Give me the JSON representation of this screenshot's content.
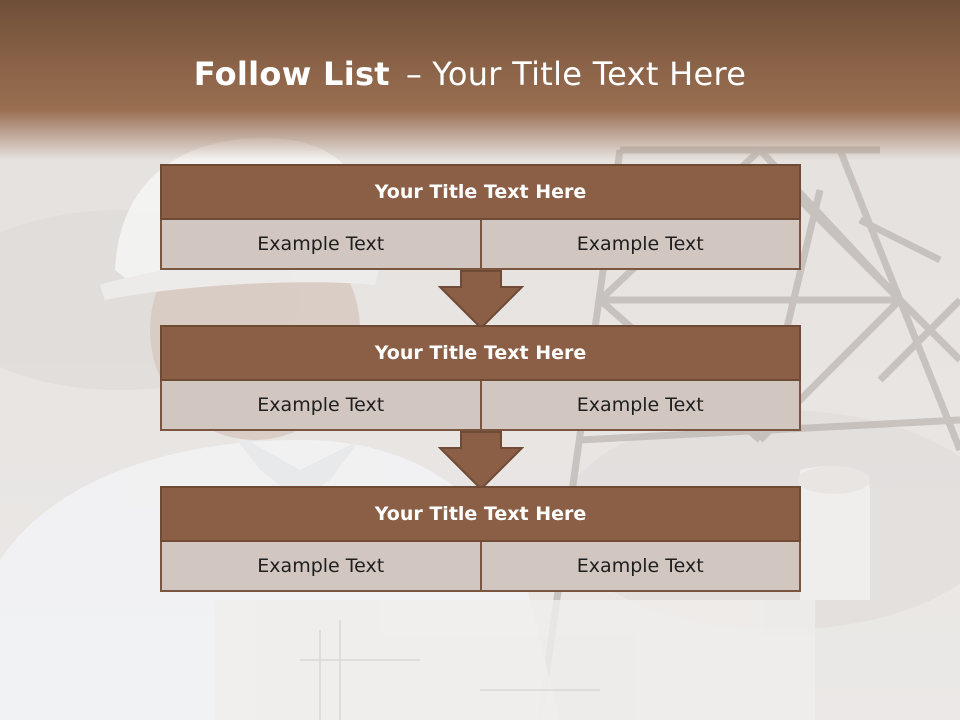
{
  "slide": {
    "title_bold": "Follow List",
    "title_dash": "–",
    "title_rest": "Your Title Text Here"
  },
  "blocks": [
    {
      "title": "Your Title Text Here",
      "cells": [
        "Example Text",
        "Example Text"
      ]
    },
    {
      "title": "Your Title Text Here",
      "cells": [
        "Example Text",
        "Example Text"
      ]
    },
    {
      "title": "Your Title Text Here",
      "cells": [
        "Example Text",
        "Example Text"
      ]
    }
  ],
  "colors": {
    "header_band": "#8c6449",
    "block_title_bg": "#8b5f45",
    "block_cell_bg": "#d2c6c0",
    "arrow_fill": "#8b5f45"
  },
  "background": {
    "subject_icons": [
      "hard-hat-worker-photo",
      "transmission-tower-photo",
      "blueprint-roll-photo"
    ]
  }
}
